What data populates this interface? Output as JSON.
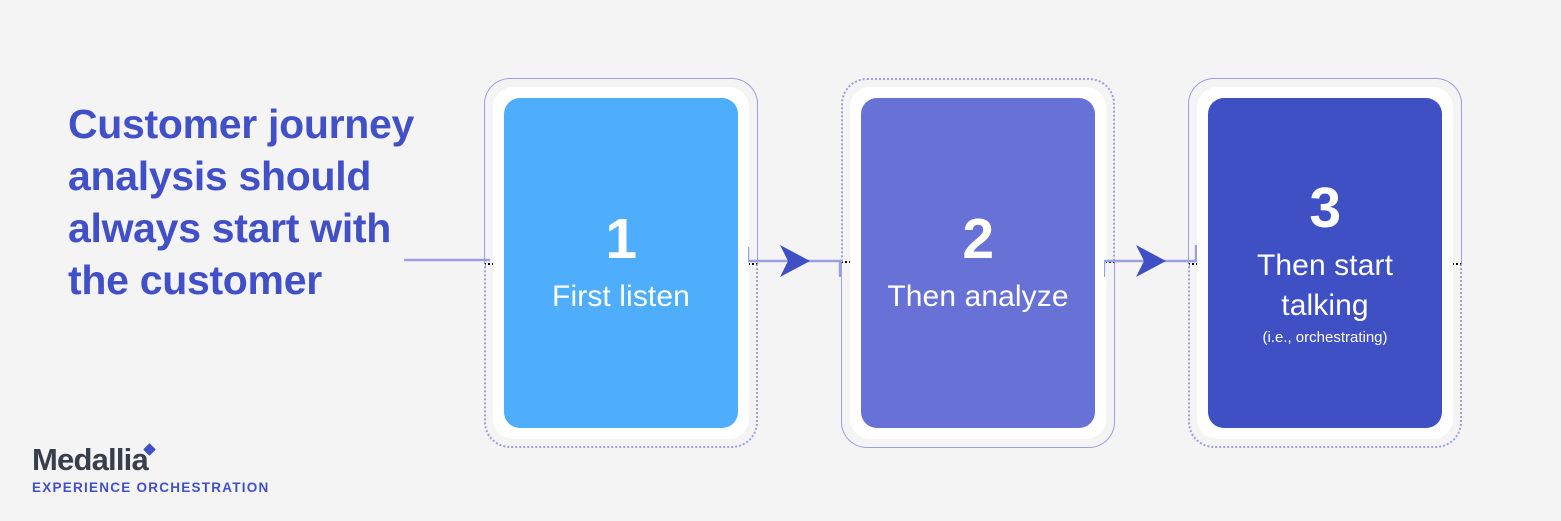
{
  "theme": {
    "background": "#f4f4f4",
    "headline_color": "#4250c8",
    "outline_color": "#9aa0e0",
    "arrow_color": "#3f4fc4",
    "logo_word_color": "#373f4d",
    "logo_tag_color": "#4250c8"
  },
  "headline": {
    "text": "Customer journey analysis should always start with the customer"
  },
  "logo": {
    "word": "Medallia",
    "tagline": "EXPERIENCE ORCHESTRATION"
  },
  "steps": [
    {
      "number": "1",
      "label": "First listen",
      "sub": "",
      "color": "#4faefb",
      "frame_top": "solid",
      "frame_bottom": "dotted"
    },
    {
      "number": "2",
      "label": "Then analyze",
      "sub": "",
      "color": "#6872d6",
      "frame_top": "dotted",
      "frame_bottom": "solid"
    },
    {
      "number": "3",
      "label": "Then start talking",
      "sub": "(i.e., orchestrating)",
      "color": "#3f4fc4",
      "frame_top": "solid",
      "frame_bottom": "dotted"
    }
  ],
  "connectors": [
    {
      "name": "intro-line"
    },
    {
      "name": "arrow-step1-to-step2"
    },
    {
      "name": "arrow-step2-to-step3"
    }
  ]
}
